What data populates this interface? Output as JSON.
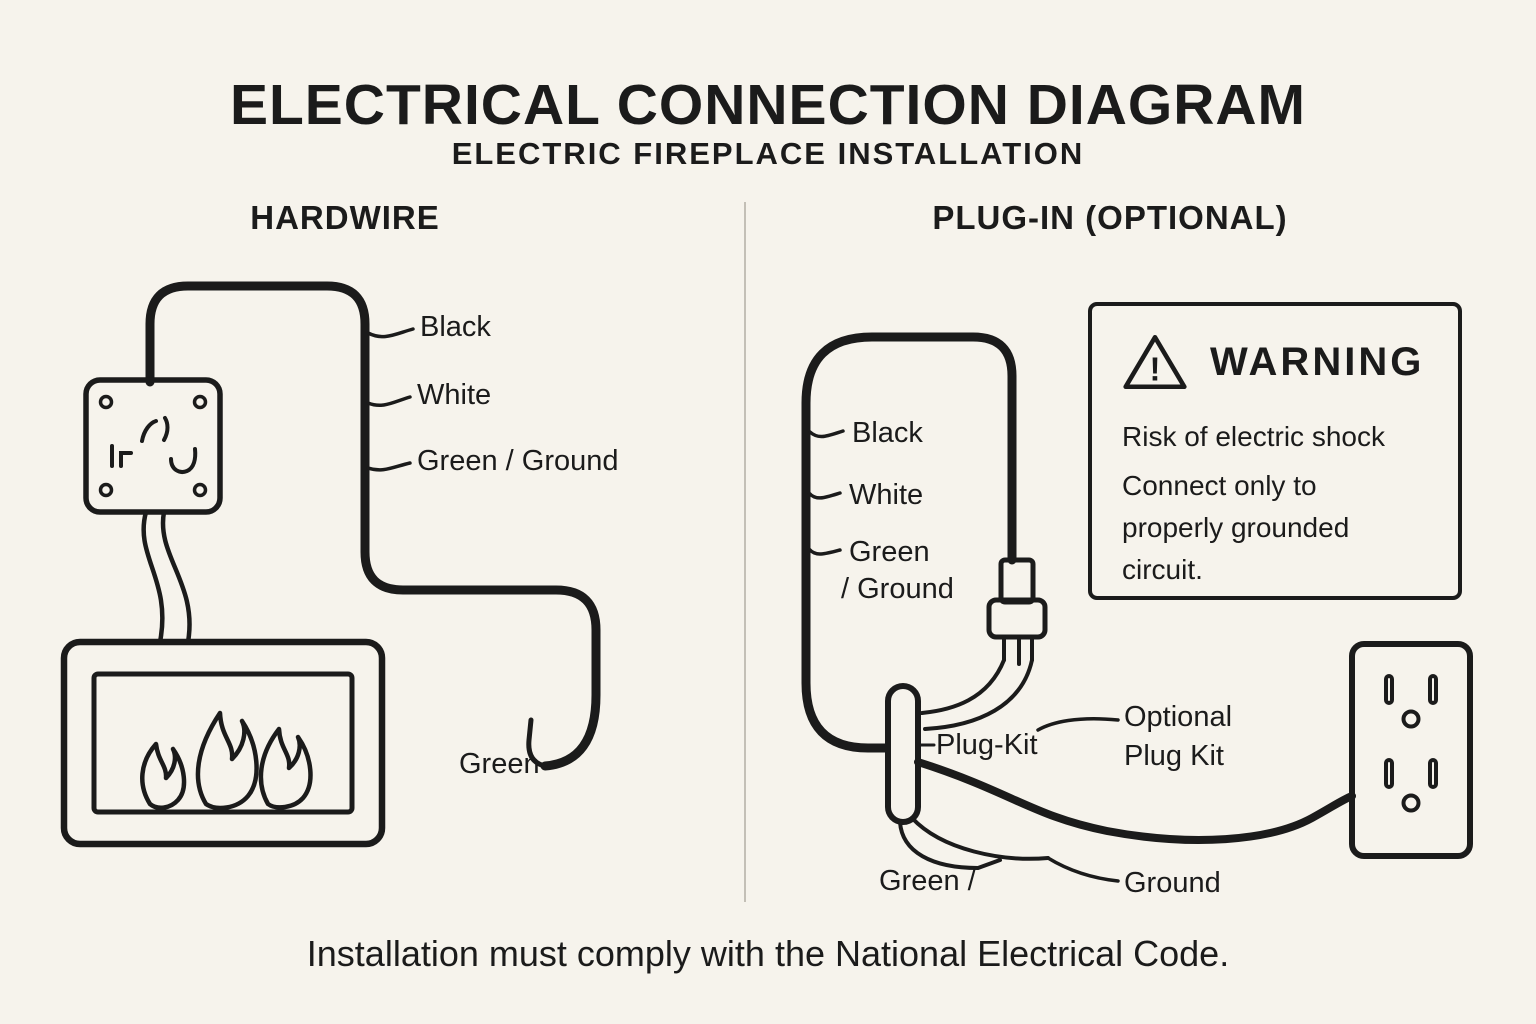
{
  "colors": {
    "background": "#f6f3ec",
    "ink": "#1b1b1b",
    "divider": "#c3bfb6"
  },
  "header": {
    "title": "ELECTRICAL CONNECTION DIAGRAM",
    "subtitle": "ELECTRIC FIREPLACE INSTALLATION"
  },
  "footer": {
    "text": "Installation must comply with the National Electrical Code."
  },
  "hardwire": {
    "heading": "HARDWIRE",
    "wire_labels": {
      "black": "Black",
      "white": "White",
      "green_ground": "Green / Ground",
      "green": "Green"
    }
  },
  "plug_in": {
    "heading": "PLUG-IN (OPTIONAL)",
    "wire_labels": {
      "black": "Black",
      "white": "White",
      "green": "Green",
      "ground_wrap": "/ Ground",
      "green_slash": "Green /",
      "ground": "Ground"
    },
    "plug_kit_label": "Plug-Kit",
    "optional_plug_kit": {
      "line1": "Optional",
      "line2": "Plug Kit"
    },
    "warning": {
      "title": "WARNING",
      "icon_mark": "!",
      "lines": [
        "Risk of electric shock",
        "Connect only to",
        "properly grounded",
        "circuit."
      ]
    }
  }
}
